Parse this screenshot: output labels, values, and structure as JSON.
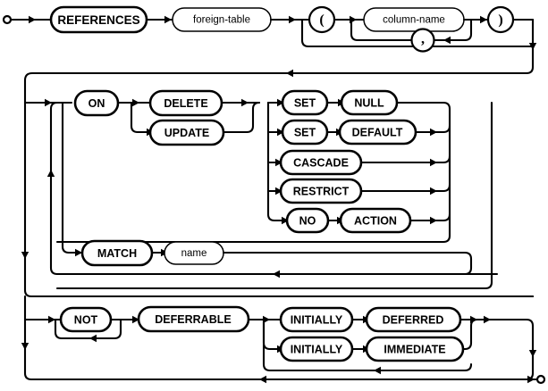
{
  "diagram": {
    "title": "REFERENCES clause syntax diagram",
    "type": "railroad-syntax-diagram",
    "colors": {
      "stroke": "#000000",
      "fill": "#ffffff",
      "background": "#ffffff"
    },
    "start_marker": "start-circle",
    "end_marker": "end-circle"
  },
  "nodes": {
    "references": "REFERENCES",
    "foreign_table": "foreign-table",
    "lparen": "(",
    "column_name": "column-name",
    "comma": ",",
    "rparen": ")",
    "on": "ON",
    "delete": "DELETE",
    "update": "UPDATE",
    "set1": "SET",
    "null": "NULL",
    "set2": "SET",
    "default": "DEFAULT",
    "cascade": "CASCADE",
    "restrict": "RESTRICT",
    "no": "NO",
    "action": "ACTION",
    "match": "MATCH",
    "name": "name",
    "not": "NOT",
    "deferrable": "DEFERRABLE",
    "initially1": "INITIALLY",
    "deferred": "DEFERRED",
    "initially2": "INITIALLY",
    "immediate": "IMMEDIATE"
  }
}
